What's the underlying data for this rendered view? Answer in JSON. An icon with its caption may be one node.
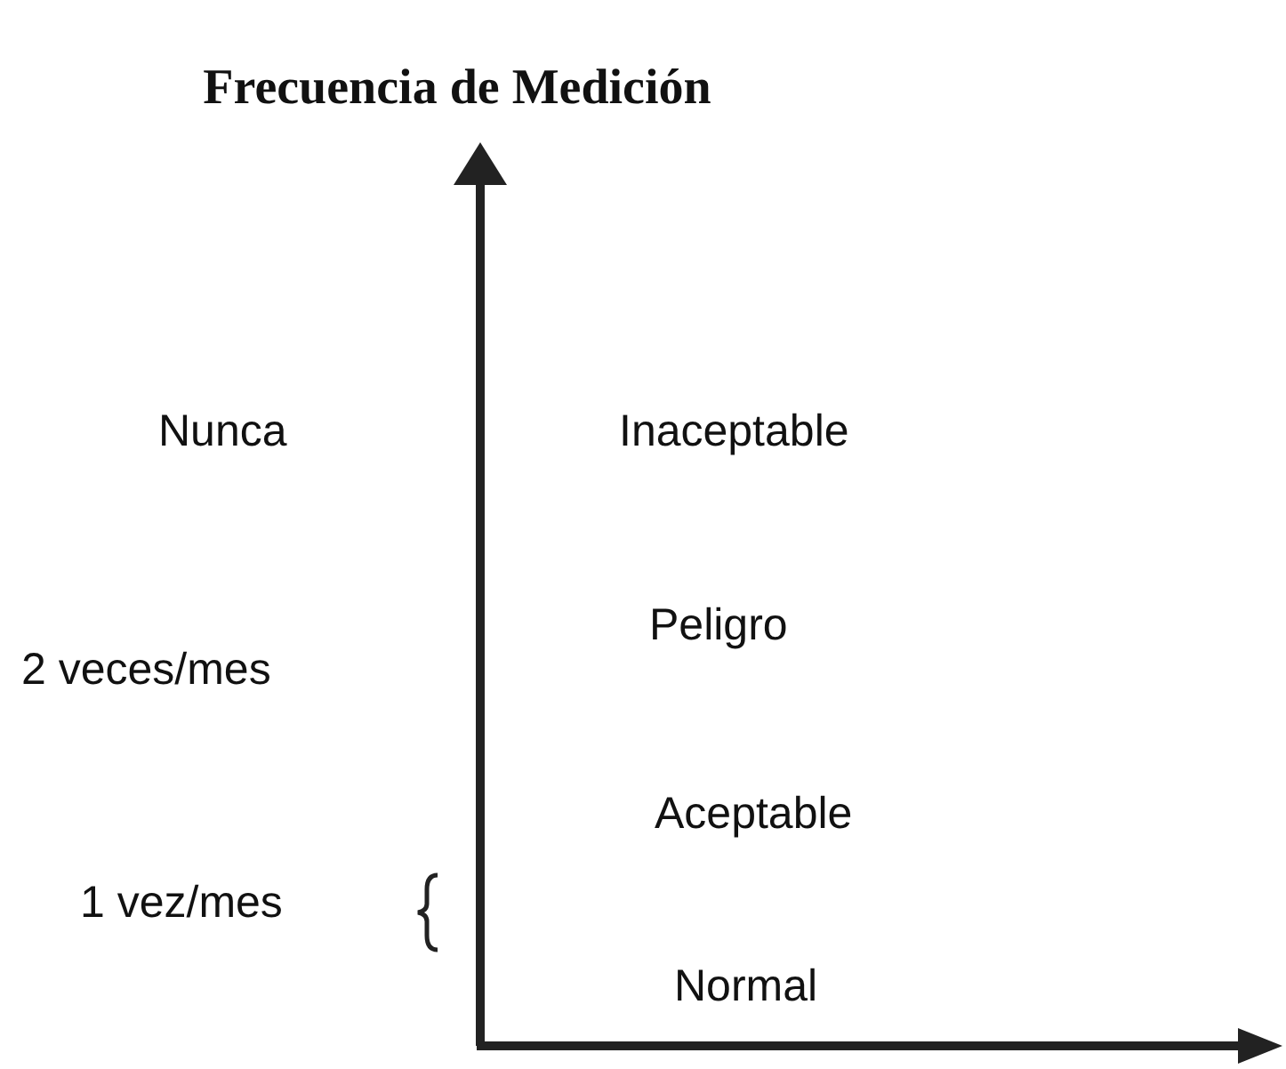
{
  "diagram": {
    "title": "Frecuencia de Medición",
    "labels": [
      "Nunca",
      "Inaceptable",
      "2 veces/mes",
      "Peligro",
      "Aceptable",
      "1 vez/mes",
      "Normal"
    ]
  }
}
